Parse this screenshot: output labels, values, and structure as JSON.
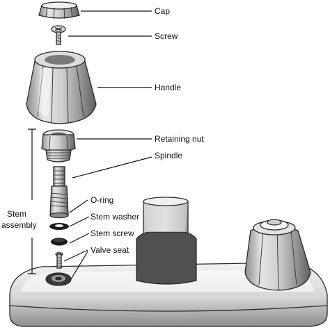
{
  "labels": {
    "cap": "Cap",
    "screw": "Screw",
    "handle": "Handle",
    "retaining_nut": "Retaining nut",
    "spindle": "Spindle",
    "o_ring": "O-ring",
    "stem_washer": "Stem washer",
    "stem_screw": "Stem screw",
    "valve_seat": "Valve seat",
    "stem_assembly_line1": "Stem",
    "stem_assembly_line2": "assembly"
  },
  "colors": {
    "outline": "#2a2a2a",
    "metal_light": "#e8e8e8",
    "metal_mid": "#b9b9b9",
    "metal_dark": "#7a7a7a",
    "shadow": "#4a4a4a",
    "washer": "#1a1a1a"
  }
}
